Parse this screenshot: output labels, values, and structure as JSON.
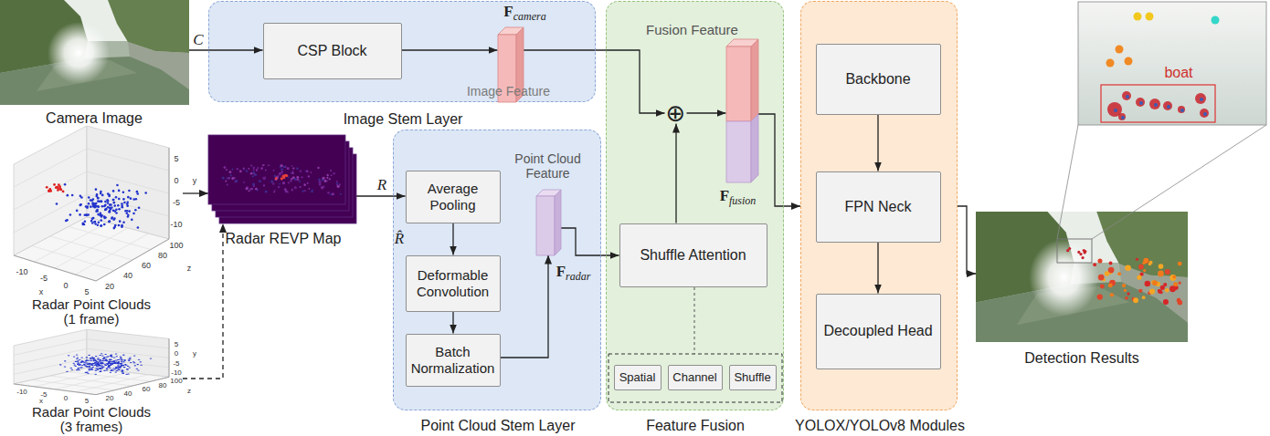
{
  "diagram": {
    "nodes": [
      {
        "text": [
          "Camera Image"
        ]
      },
      {
        "text": [
          "Image Stem Layer"
        ]
      },
      {
        "text": [
          "CSP Block"
        ],
        "in": 1
      },
      {
        "text": [
          "F",
          "camera",
          "Image Feature"
        ],
        "in": 1
      },
      {
        "text": [
          "Radar Point Clouds (1 frame)"
        ]
      },
      {
        "text": [
          "Radar Point Clouds (3 frames)"
        ]
      },
      {
        "text": [
          "Radar REVP Map"
        ]
      },
      {
        "text": [
          "Point Cloud Stem Layer"
        ]
      },
      {
        "text": [
          "Average Pooling"
        ],
        "in": 7
      },
      {
        "text": [
          "Deformable Convolution"
        ],
        "in": 7
      },
      {
        "text": [
          "Batch Normalization"
        ],
        "in": 7
      },
      {
        "text": [
          "Point Cloud Feature",
          "F",
          "radar"
        ],
        "in": 7
      },
      {
        "text": [
          "Feature Fusion"
        ]
      },
      {
        "text": [
          "⊕"
        ],
        "in": 12
      },
      {
        "text": [
          "Fusion Feature",
          "F",
          "fusion"
        ],
        "in": 12
      },
      {
        "text": [
          "Shuffle Attention"
        ],
        "in": 12
      },
      {
        "text": [
          "Spatial"
        ],
        "in": 12
      },
      {
        "text": [
          "Channel"
        ],
        "in": 12
      },
      {
        "text": [
          "Shuffle"
        ],
        "in": 12
      },
      {
        "text": [
          "YOLOX/YOLOv8 Modules"
        ]
      },
      {
        "text": [
          "Backbone"
        ],
        "in": 19
      },
      {
        "text": [
          "FPN Neck"
        ],
        "in": 19
      },
      {
        "text": [
          "Decoupled Head"
        ],
        "in": 19
      },
      {
        "text": [
          "Detection Results"
        ]
      }
    ],
    "edges": [
      {
        "from": 0,
        "to": 2,
        "arrow": "to",
        "label": "C"
      },
      {
        "from": 2,
        "to": 3,
        "arrow": "to"
      },
      {
        "from": 3,
        "to": 13,
        "arrow": "to"
      },
      {
        "from": 4,
        "to": 6,
        "arrow": "to"
      },
      {
        "from": 5,
        "to": 6,
        "arrow": "to"
      },
      {
        "from": 6,
        "to": 8,
        "arrow": "to",
        "label": "R"
      },
      {
        "from": 8,
        "to": 9,
        "arrow": "to",
        "label": "R̂"
      },
      {
        "from": 9,
        "to": 10,
        "arrow": "to"
      },
      {
        "from": 10,
        "to": 11,
        "arrow": "to"
      },
      {
        "from": 11,
        "to": 15,
        "arrow": "to"
      },
      {
        "from": 15,
        "to": 13,
        "arrow": "to"
      },
      {
        "from": 13,
        "to": 14,
        "arrow": "to"
      },
      {
        "from": 14,
        "to": 19,
        "arrow": "to"
      },
      {
        "from": 20,
        "to": 21,
        "arrow": "to"
      },
      {
        "from": 21,
        "to": 22,
        "arrow": "to"
      },
      {
        "from": 19,
        "to": 23,
        "arrow": "to"
      }
    ],
    "labels": [
      "5",
      "0",
      "-5",
      "-10",
      "y",
      "-10",
      "-5",
      "0",
      "5",
      "x",
      "100",
      "80",
      "60",
      "40",
      "20",
      "z",
      "5",
      "0",
      "-5",
      "-10",
      "y",
      "-10",
      "-5",
      "0",
      "5",
      "x",
      "100",
      "80",
      "60",
      "40",
      "20",
      "z",
      "boat"
    ]
  }
}
